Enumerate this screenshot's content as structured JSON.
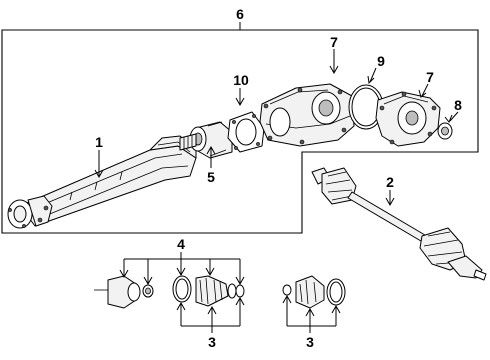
{
  "callouts": {
    "c1": "1",
    "c2": "2",
    "c3a": "3",
    "c3b": "3",
    "c4": "4",
    "c5": "5",
    "c6": "6",
    "c7a": "7",
    "c7b": "7",
    "c8": "8",
    "c9": "9",
    "c10": "10"
  },
  "colors": {
    "line": "#000000",
    "background": "#ffffff",
    "fill": "#f2f2f2"
  }
}
